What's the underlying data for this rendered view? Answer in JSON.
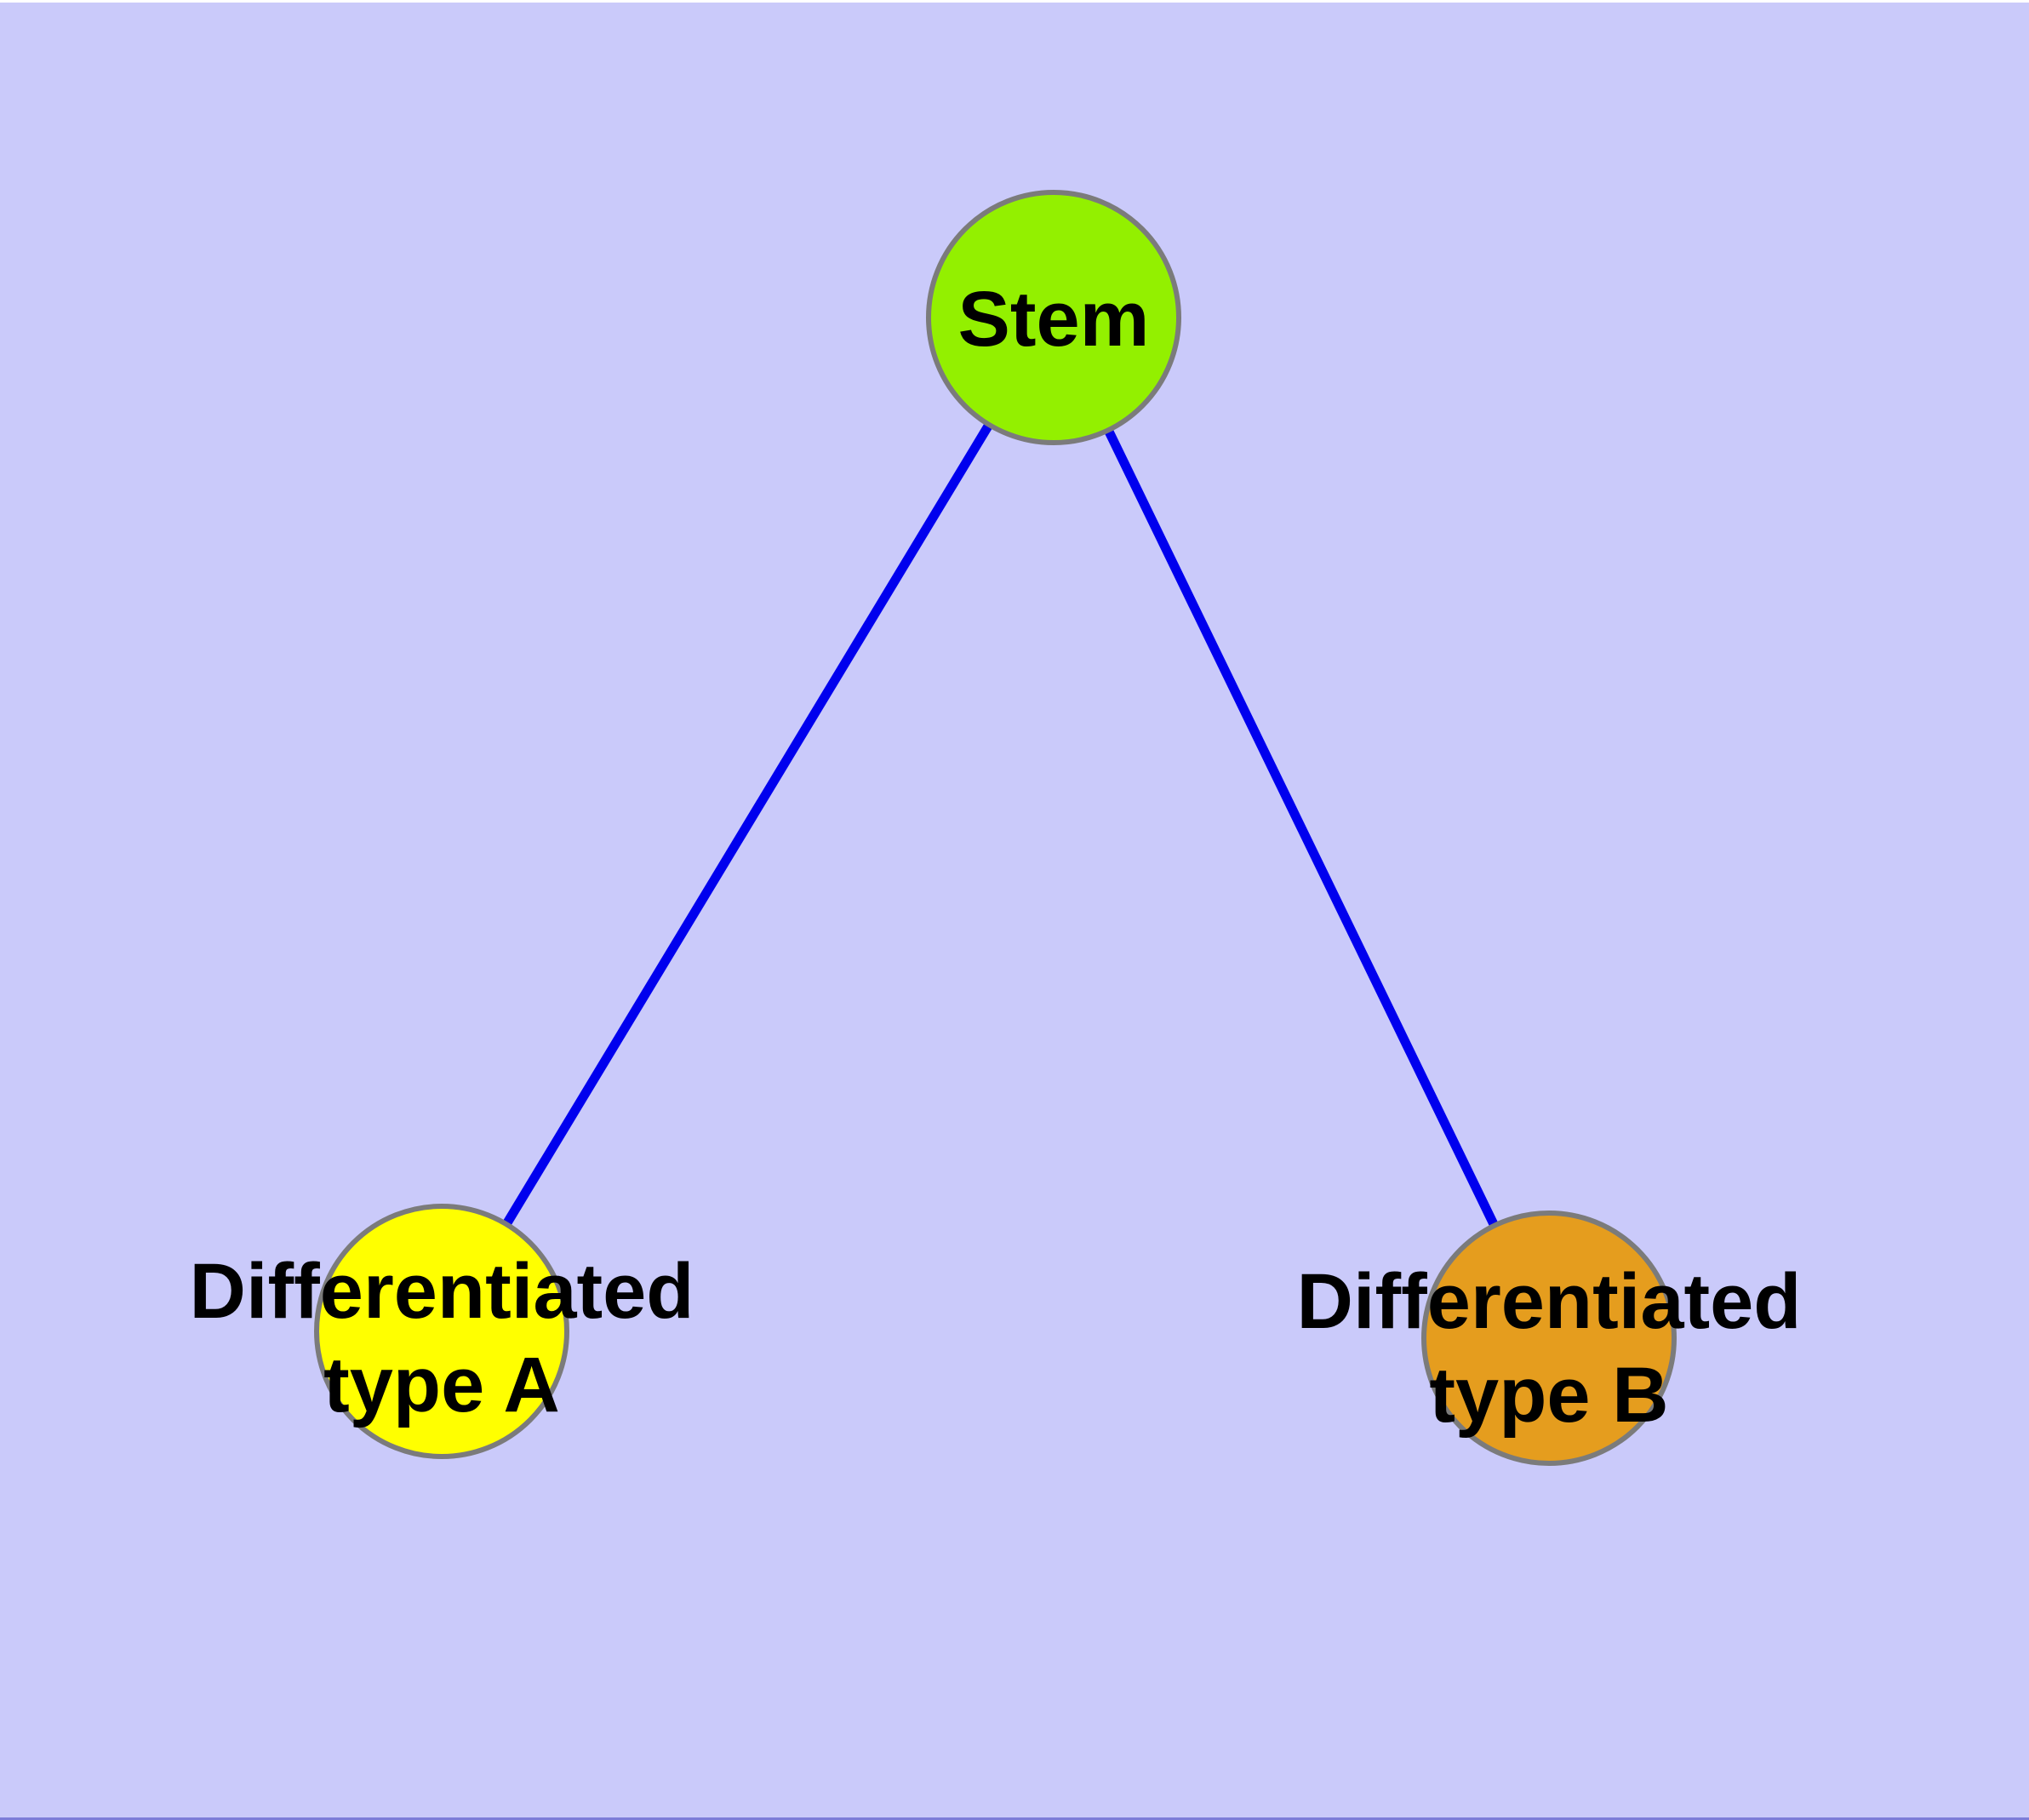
{
  "diagram": {
    "type": "node-link-graph",
    "background_color": "#cacafa",
    "edge_color": "#0000ee",
    "node_border_color": "#7b7b7b",
    "label_color": "#000000",
    "frame": {
      "top_color": "#ffffff",
      "bottom_color": "#7d7dd8"
    },
    "nodes": [
      {
        "id": "stem",
        "label": "Stem",
        "lines": [
          "Stem"
        ],
        "fill": "#93f000"
      },
      {
        "id": "differentiated-type-a",
        "label": "Differentiated type A",
        "lines": [
          "Differentiated",
          "type A"
        ],
        "fill": "#ffff00"
      },
      {
        "id": "differentiated-type-b",
        "label": "Differentiated type B",
        "lines": [
          "Differentiated",
          "type B"
        ],
        "fill": "#e59d1e"
      }
    ],
    "edges": [
      {
        "from": "Stem",
        "to": "Differentiated type A"
      },
      {
        "from": "Stem",
        "to": "Differentiated type B"
      }
    ]
  }
}
